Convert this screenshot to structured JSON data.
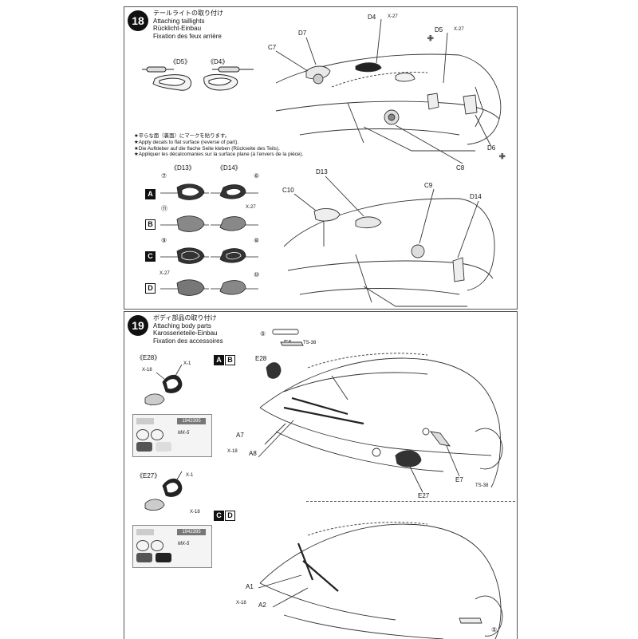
{
  "step18": {
    "number": "18",
    "title_ja": "テールライトの取り付け",
    "title_en": "Attaching taillights",
    "title_de": "Rücklicht-Einbau",
    "title_fr": "Fixation des feux arrière",
    "parts": {
      "d4_top": "D4",
      "x27_a": "X-27",
      "d5_top": "D5",
      "x27_b": "X-27",
      "d7": "D7",
      "c7": "C7",
      "d5_detail": "《D5》",
      "d4_detail": "《D4》",
      "d6": "D6",
      "c8": "C8",
      "d13": "D13",
      "c10": "C10",
      "c9": "C9",
      "d14": "D14"
    },
    "note": [
      "★平らな面（裏面）にマークを貼ります。",
      "★Apply decals to flat surface (reverse of part).",
      "★Die Aufkleber auf die flache Seite kleben (Rückseite des Teils).",
      "★Appliquer les décalcomanies sur la surface plane (à l'envers de la pièce)."
    ],
    "d13_label": "《D13》",
    "d14_label": "《D14》",
    "variants": [
      {
        "letter": "A",
        "left_decal": "⑦",
        "right_decal": "⑥"
      },
      {
        "letter": "B",
        "left_decal": "⑪",
        "right_decal": "X-27"
      },
      {
        "letter": "C",
        "left_decal": "⑨",
        "right_decal": "⑧"
      },
      {
        "letter": "D",
        "left_decal": "X-27",
        "right_decal": "⑩"
      }
    ]
  },
  "step19": {
    "number": "19",
    "title_ja": "ボディ部品の取り付け",
    "title_en": "Attaching body parts",
    "title_de": "Karosserieteile-Einbau",
    "title_fr": "Fixation des accessoires",
    "e28_detail": "《E28》",
    "e27_detail": "《E27》",
    "x1_a": "X-1",
    "x18_a": "X-18",
    "x1_b": "X-1",
    "x18_b": "X-18",
    "plate_a": "1942395",
    "plate_b": "1942395",
    "mx5_a": "MX-5",
    "mx5_b": "MX-5",
    "variant_ab": [
      "A",
      "B"
    ],
    "variant_cd": [
      "C",
      "D"
    ],
    "parts": {
      "decal5_top": "⑤",
      "e6": "E6",
      "ts38_a": "TS-38",
      "e28": "E28",
      "a7": "A7",
      "x18_c": "X-18",
      "a8": "A8",
      "e27": "E27",
      "e7": "E7",
      "ts38_b": "TS-38",
      "a1": "A1",
      "x18_d": "X-18",
      "a2": "A2",
      "decal5_bottom": "⑤"
    }
  }
}
